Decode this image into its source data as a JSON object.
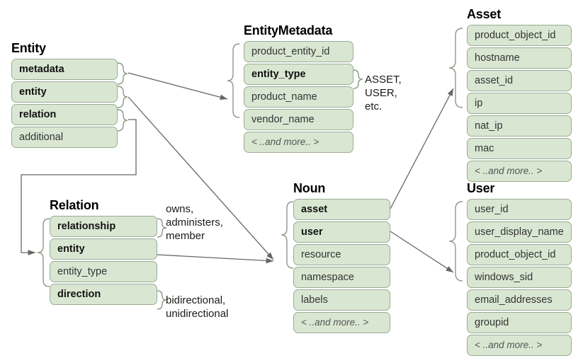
{
  "diagram": {
    "title_hidden": "",
    "colors": {
      "box_fill": "#d9e7d2",
      "box_border": "#9aab93",
      "connector": "#666666",
      "text": "#1a1a1a"
    },
    "groups": [
      {
        "id": "entity",
        "title": "Entity",
        "fields": [
          {
            "label": "metadata",
            "bold": true,
            "more": false
          },
          {
            "label": "entity",
            "bold": true,
            "more": false
          },
          {
            "label": "relation",
            "bold": true,
            "more": false
          },
          {
            "label": "additional",
            "bold": false,
            "more": false
          }
        ]
      },
      {
        "id": "entitymetadata",
        "title": "EntityMetadata",
        "fields": [
          {
            "label": "product_entity_id",
            "bold": false,
            "more": false
          },
          {
            "label": "entity_type",
            "bold": true,
            "more": false
          },
          {
            "label": "product_name",
            "bold": false,
            "more": false
          },
          {
            "label": "vendor_name",
            "bold": false,
            "more": false
          },
          {
            "label": "< ..and more.. >",
            "bold": false,
            "more": true
          }
        ]
      },
      {
        "id": "asset",
        "title": "Asset",
        "fields": [
          {
            "label": "product_object_id",
            "bold": false,
            "more": false
          },
          {
            "label": "hostname",
            "bold": false,
            "more": false
          },
          {
            "label": "asset_id",
            "bold": false,
            "more": false
          },
          {
            "label": "ip",
            "bold": false,
            "more": false
          },
          {
            "label": "nat_ip",
            "bold": false,
            "more": false
          },
          {
            "label": "mac",
            "bold": false,
            "more": false
          },
          {
            "label": "< ..and more.. >",
            "bold": false,
            "more": true
          }
        ]
      },
      {
        "id": "user",
        "title": "User",
        "fields": [
          {
            "label": "user_id",
            "bold": false,
            "more": false
          },
          {
            "label": "user_display_name",
            "bold": false,
            "more": false
          },
          {
            "label": "product_object_id",
            "bold": false,
            "more": false
          },
          {
            "label": "windows_sid",
            "bold": false,
            "more": false
          },
          {
            "label": "email_addresses",
            "bold": false,
            "more": false
          },
          {
            "label": "groupid",
            "bold": false,
            "more": false
          },
          {
            "label": "< ..and more.. >",
            "bold": false,
            "more": true
          }
        ]
      },
      {
        "id": "noun",
        "title": "Noun",
        "fields": [
          {
            "label": "asset",
            "bold": true,
            "more": false
          },
          {
            "label": "user",
            "bold": true,
            "more": false
          },
          {
            "label": "resource",
            "bold": false,
            "more": false
          },
          {
            "label": "namespace",
            "bold": false,
            "more": false
          },
          {
            "label": "labels",
            "bold": false,
            "more": false
          },
          {
            "label": "< ..and more.. >",
            "bold": false,
            "more": true
          }
        ]
      },
      {
        "id": "relation",
        "title": "Relation",
        "fields": [
          {
            "label": "relationship",
            "bold": true,
            "more": false
          },
          {
            "label": "entity",
            "bold": true,
            "more": false
          },
          {
            "label": "entity_type",
            "bold": false,
            "more": false
          },
          {
            "label": "direction",
            "bold": true,
            "more": false
          }
        ]
      }
    ],
    "annotations": [
      {
        "id": "entity-type-values",
        "text": "ASSET,\nUSER,\netc."
      },
      {
        "id": "relationship-values",
        "text": "owns,\nadministers,\nmember"
      },
      {
        "id": "direction-values",
        "text": "bidirectional,\nunidirectional"
      }
    ]
  }
}
